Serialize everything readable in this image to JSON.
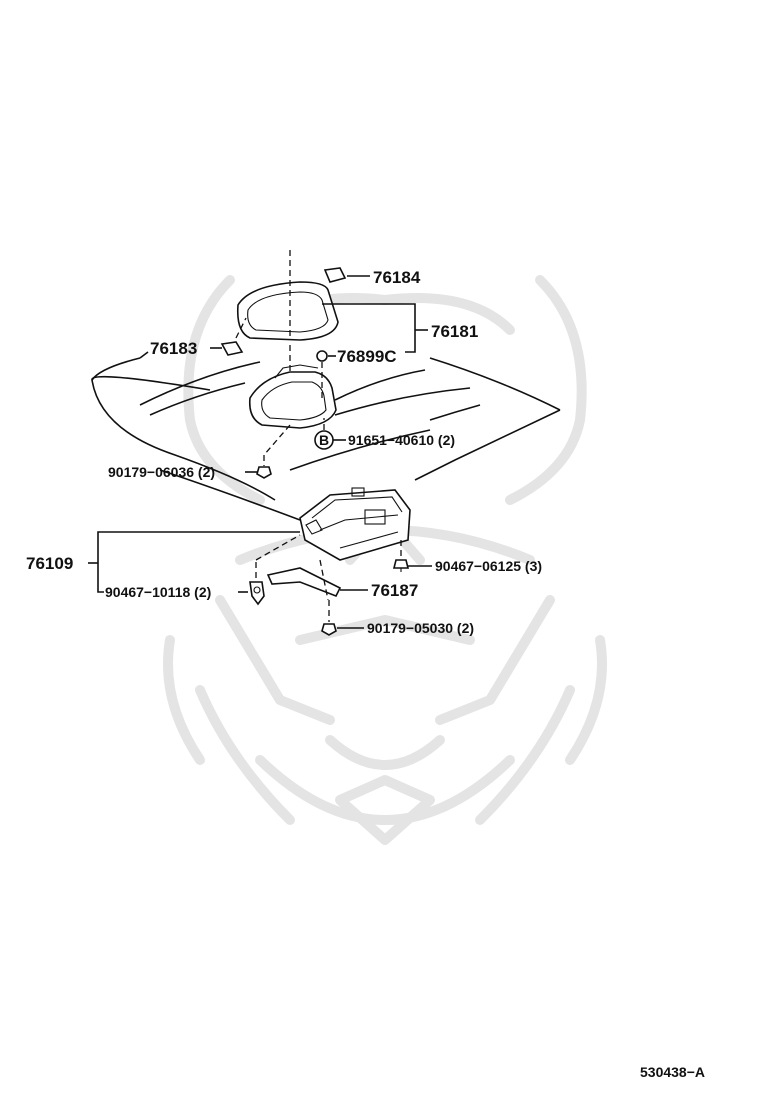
{
  "parts": {
    "p76184": "76184",
    "p76181": "76181",
    "p76183": "76183",
    "p76899c": "76899C",
    "bolt_b_mark": "B",
    "p91651": "91651−40610 (2)",
    "p90179_06036": "90179−06036 (2)",
    "p76109": "76109",
    "p90467_06125": "90467−06125 (3)",
    "p90467_10118": "90467−10118 (2)",
    "p76187": "76187",
    "p90179_05030": "90179−05030 (2)"
  },
  "diagram_id": "530438−A",
  "watermark": "samurai-helmet-logo"
}
